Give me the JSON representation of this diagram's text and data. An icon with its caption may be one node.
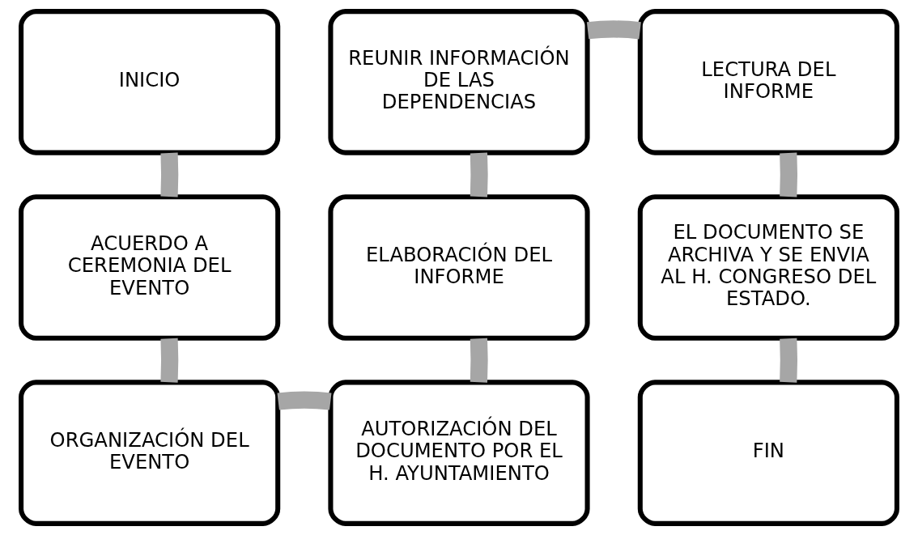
{
  "diagram": {
    "nodes": [
      {
        "text": [
          "INICIO"
        ]
      },
      {
        "text": [
          "ACUERDO A CEREMONIA DEL EVENTO"
        ]
      },
      {
        "text": [
          "ORGANIZACIÓN DEL EVENTO"
        ]
      },
      {
        "text": [
          "AUTORIZACIÓN DEL DOCUMENTO POR EL H. AYUNTAMIENTO"
        ]
      },
      {
        "text": [
          "ELABORACIÓN DEL INFORME"
        ]
      },
      {
        "text": [
          "REUNIR INFORMACIÓN DE LAS DEPENDENCIAS"
        ]
      },
      {
        "text": [
          "LECTURA DEL INFORME"
        ]
      },
      {
        "text": [
          "EL DOCUMENTO SE ARCHIVA Y SE ENVIA AL H. CONGRESO DEL ESTADO."
        ]
      },
      {
        "text": [
          "FIN"
        ]
      }
    ],
    "edges": [
      {
        "from": 0,
        "to": 1,
        "arrow": "none"
      },
      {
        "from": 1,
        "to": 2,
        "arrow": "none"
      },
      {
        "from": 2,
        "to": 3,
        "arrow": "none"
      },
      {
        "from": 3,
        "to": 4,
        "arrow": "none"
      },
      {
        "from": 4,
        "to": 5,
        "arrow": "none"
      },
      {
        "from": 5,
        "to": 6,
        "arrow": "none"
      },
      {
        "from": 6,
        "to": 7,
        "arrow": "none"
      },
      {
        "from": 7,
        "to": 8,
        "arrow": "none"
      }
    ]
  }
}
